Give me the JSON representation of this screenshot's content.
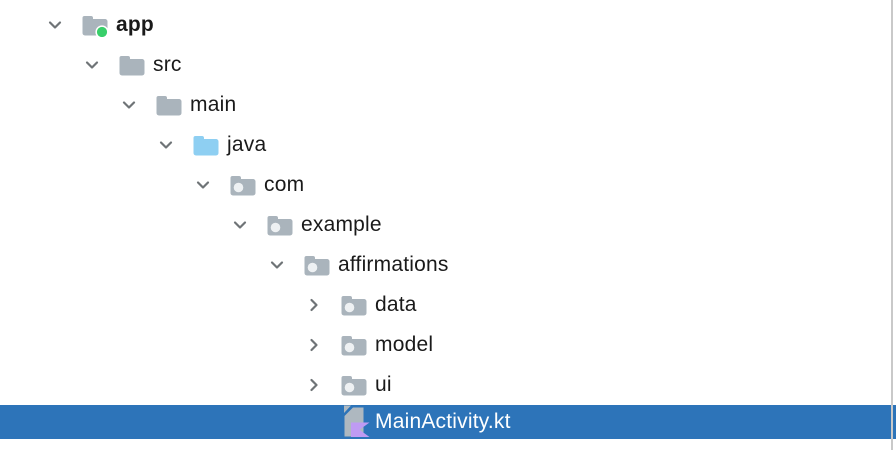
{
  "window": {
    "background": "#ffffff",
    "right_border_color": "#c9c9c9"
  },
  "colors": {
    "selection_blue": "#2d74b9",
    "folder_gray": "#aab4bc",
    "java_sources_blue": "#8ecff2",
    "package_dot": "#eef1f3",
    "app_run_dot_green": "#38cf6a",
    "kotlin_purple": "#bf9bf3",
    "kotlin_page_gray": "#aeb8c0",
    "chevron_gray": "#6f7477",
    "text_color": "#1a1a1a",
    "selected_text_color": "#ffffff"
  },
  "tree": {
    "rows": [
      {
        "label": "app",
        "depth": 0,
        "chevron": "down",
        "icon": "app-module-folder",
        "bold": true,
        "selected": false,
        "expanded": true
      },
      {
        "label": "src",
        "depth": 1,
        "chevron": "down",
        "icon": "folder",
        "bold": false,
        "selected": false,
        "expanded": true
      },
      {
        "label": "main",
        "depth": 2,
        "chevron": "down",
        "icon": "folder",
        "bold": false,
        "selected": false,
        "expanded": true
      },
      {
        "label": "java",
        "depth": 3,
        "chevron": "down",
        "icon": "java-sources-folder",
        "bold": false,
        "selected": false,
        "expanded": true
      },
      {
        "label": "com",
        "depth": 4,
        "chevron": "down",
        "icon": "package-folder",
        "bold": false,
        "selected": false,
        "expanded": true
      },
      {
        "label": "example",
        "depth": 5,
        "chevron": "down",
        "icon": "package-folder",
        "bold": false,
        "selected": false,
        "expanded": true
      },
      {
        "label": "affirmations",
        "depth": 6,
        "chevron": "down",
        "icon": "package-folder",
        "bold": false,
        "selected": false,
        "expanded": true
      },
      {
        "label": "data",
        "depth": 7,
        "chevron": "right",
        "icon": "package-folder",
        "bold": false,
        "selected": false,
        "expanded": false
      },
      {
        "label": "model",
        "depth": 7,
        "chevron": "right",
        "icon": "package-folder",
        "bold": false,
        "selected": false,
        "expanded": false
      },
      {
        "label": "ui",
        "depth": 7,
        "chevron": "right",
        "icon": "package-folder",
        "bold": false,
        "selected": false,
        "expanded": false
      },
      {
        "label": "MainActivity.kt",
        "depth": 7,
        "chevron": "none",
        "icon": "kotlin-file",
        "bold": false,
        "selected": true,
        "expanded": false
      }
    ]
  }
}
